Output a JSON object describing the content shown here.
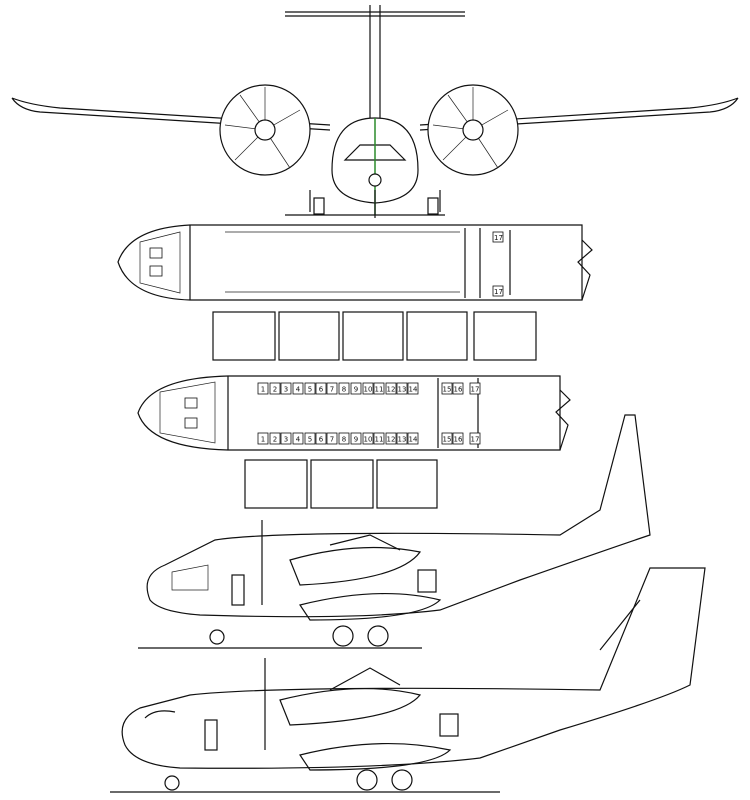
{
  "diagram": {
    "views": [
      "front-view",
      "plan-view-upper-deck",
      "pallet-row-5",
      "plan-view-seating",
      "pallet-row-3",
      "side-view-upper",
      "side-view-lower"
    ],
    "seat_labels_upper_row": [
      "1",
      "2",
      "3",
      "4",
      "5",
      "6",
      "7",
      "8",
      "9",
      "10",
      "11",
      "12",
      "13",
      "14",
      "15",
      "16",
      "17"
    ],
    "seat_labels_lower_row": [
      "1",
      "2",
      "3",
      "4",
      "5",
      "6",
      "7",
      "8",
      "9",
      "10",
      "11",
      "12",
      "13",
      "14",
      "15",
      "16",
      "17"
    ],
    "cargo_plan_labels": [
      "17",
      "17"
    ],
    "colors": {
      "line": "#111111",
      "accent": "#2a8a2a"
    }
  }
}
